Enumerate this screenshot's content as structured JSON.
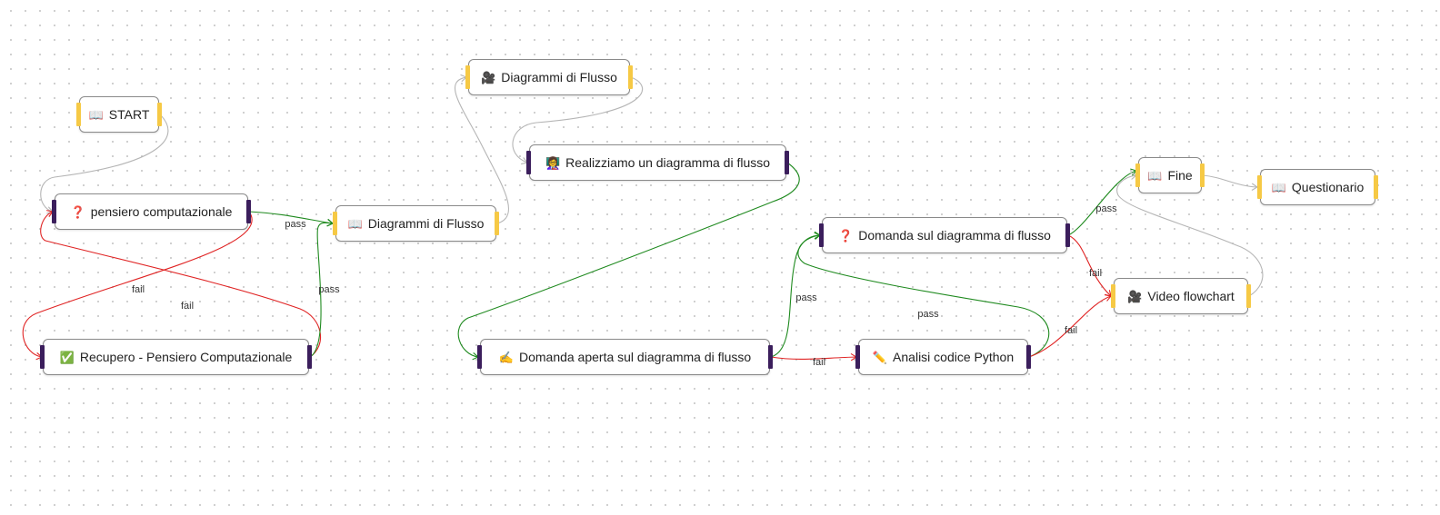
{
  "nodes": [
    {
      "id": "start",
      "kind": "lesson",
      "icon": "📖",
      "icon_name": "book-icon",
      "label": "START"
    },
    {
      "id": "pensiero",
      "kind": "task",
      "icon": "❓",
      "icon_name": "question-icon",
      "label": "pensiero computazionale"
    },
    {
      "id": "recupero",
      "kind": "task",
      "icon": "✅",
      "icon_name": "checkbox-icon",
      "label": "Recupero - Pensiero Computazionale"
    },
    {
      "id": "diagrammi_book",
      "kind": "lesson",
      "icon": "📖",
      "icon_name": "book-icon",
      "label": "Diagrammi di Flusso"
    },
    {
      "id": "diagrammi_video",
      "kind": "lesson",
      "icon": "🎥",
      "icon_name": "video-camera-icon",
      "label": "Diagrammi di Flusso"
    },
    {
      "id": "realizziamo",
      "kind": "task",
      "icon": "👩‍🏫",
      "icon_name": "teacher-icon",
      "label": "Realizziamo un diagramma di flusso"
    },
    {
      "id": "domanda_aperta",
      "kind": "task",
      "icon": "✍️",
      "icon_name": "writing-hand-icon",
      "label": "Domanda aperta sul diagramma di flusso"
    },
    {
      "id": "analisi",
      "kind": "task",
      "icon": "✏️",
      "icon_name": "pencil-icon",
      "label": "Analisi codice Python"
    },
    {
      "id": "domanda",
      "kind": "task",
      "icon": "❓",
      "icon_name": "question-icon",
      "label": "Domanda sul diagramma di flusso"
    },
    {
      "id": "fine",
      "kind": "lesson",
      "icon": "📖",
      "icon_name": "book-icon",
      "label": "Fine"
    },
    {
      "id": "video_flowchart",
      "kind": "lesson",
      "icon": "🎥",
      "icon_name": "video-camera-icon",
      "label": "Video flowchart"
    },
    {
      "id": "questionario",
      "kind": "lesson",
      "icon": "📖",
      "icon_name": "book-icon",
      "label": "Questionario"
    }
  ],
  "edges": [
    {
      "from": "start",
      "to": "pensiero",
      "type": "default",
      "label": ""
    },
    {
      "from": "pensiero",
      "to": "diagrammi_book",
      "type": "pass",
      "label": "pass"
    },
    {
      "from": "pensiero",
      "to": "recupero",
      "type": "fail",
      "label": "fail"
    },
    {
      "from": "recupero",
      "to": "pensiero",
      "type": "fail",
      "label": "fail"
    },
    {
      "from": "recupero",
      "to": "diagrammi_book",
      "type": "pass",
      "label": "pass"
    },
    {
      "from": "diagrammi_book",
      "to": "diagrammi_video",
      "type": "default",
      "label": ""
    },
    {
      "from": "diagrammi_video",
      "to": "realizziamo",
      "type": "default",
      "label": ""
    },
    {
      "from": "realizziamo",
      "to": "domanda_aperta",
      "type": "pass",
      "label": ""
    },
    {
      "from": "domanda_aperta",
      "to": "domanda",
      "type": "pass",
      "label": "pass"
    },
    {
      "from": "domanda_aperta",
      "to": "analisi",
      "type": "fail",
      "label": "fail"
    },
    {
      "from": "analisi",
      "to": "domanda",
      "type": "pass",
      "label": "pass"
    },
    {
      "from": "analisi",
      "to": "video_flowchart",
      "type": "fail",
      "label": "fail"
    },
    {
      "from": "domanda",
      "to": "fine",
      "type": "pass",
      "label": "pass"
    },
    {
      "from": "domanda",
      "to": "video_flowchart",
      "type": "fail",
      "label": "fail"
    },
    {
      "from": "video_flowchart",
      "to": "fine",
      "type": "default",
      "label": ""
    },
    {
      "from": "fine",
      "to": "questionario",
      "type": "default",
      "label": ""
    }
  ],
  "colors": {
    "pass": "#1f8a1f",
    "fail": "#e02424",
    "default": "#b5b5b5",
    "lesson_handle": "#f6c945",
    "task_handle": "#3b1e5c"
  }
}
